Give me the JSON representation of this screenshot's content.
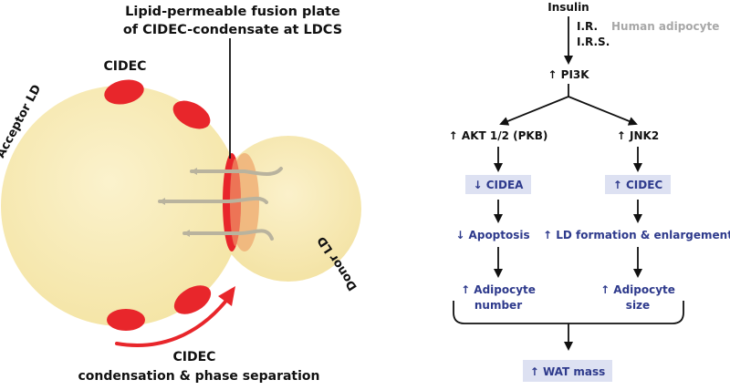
{
  "left_panel": {
    "title_line1": "Lipid-permeable fusion plate",
    "title_line2": "of CIDEC-condensate at LDCS",
    "cidec_label": "CIDEC",
    "acceptor_label": "Acceptor LD",
    "donor_label": "Donor LD",
    "bottom_line1": "CIDEC",
    "bottom_line2": "condensation & phase separation"
  },
  "right_panel": {
    "insulin": "Insulin",
    "ir": "I.R.",
    "irs": "I.R.S.",
    "human_adipocyte": "Human adipocyte",
    "pi3k": "↑ PI3K",
    "akt": "↑ AKT 1/2 (PKB)",
    "jnk2": "↑ JNK2",
    "cidea": "↓ CIDEA",
    "cidec": "↑ CIDEC",
    "apoptosis": "↓ Apoptosis",
    "ld_formation": "↑ LD formation & enlargement",
    "adipocyte_number_1": "↑ Adipocyte",
    "adipocyte_number_2": "number",
    "adipocyte_size_1": "↑ Adipocyte",
    "adipocyte_size_2": "size",
    "wat_mass": "↑ WAT mass"
  },
  "colors": {
    "droplet_fill": "#f8ebb8",
    "cidec_red": "#e8262b",
    "fusion_plate_orange": "#f0b47a",
    "lipid_arrow_grey": "#b9b39e",
    "label_blue": "#2e3a8c",
    "box_fill": "#dde1f2",
    "muted_grey_text": "#a8a8a8"
  }
}
